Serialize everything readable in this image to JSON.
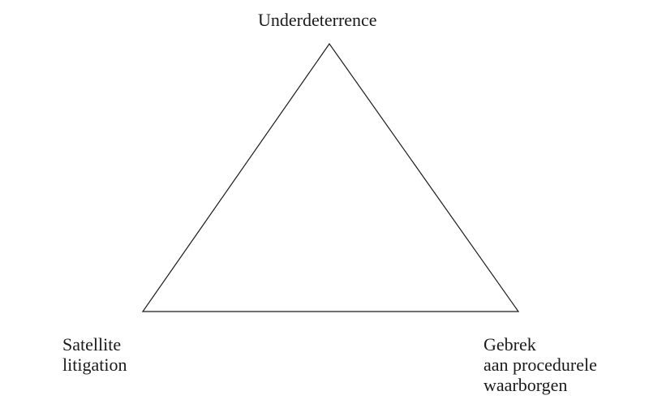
{
  "diagram": {
    "type": "triangle",
    "vertices": {
      "top": {
        "lines": [
          "Underdeterrence"
        ]
      },
      "bottom_left": {
        "lines": [
          "Satellite",
          "litigation"
        ]
      },
      "bottom_right": {
        "lines": [
          "Gebrek",
          "aan procedurele",
          "waarborgen"
        ]
      }
    },
    "colors": {
      "stroke": "#1a1a1a",
      "text": "#1a1a1a",
      "background": "#ffffff"
    }
  }
}
